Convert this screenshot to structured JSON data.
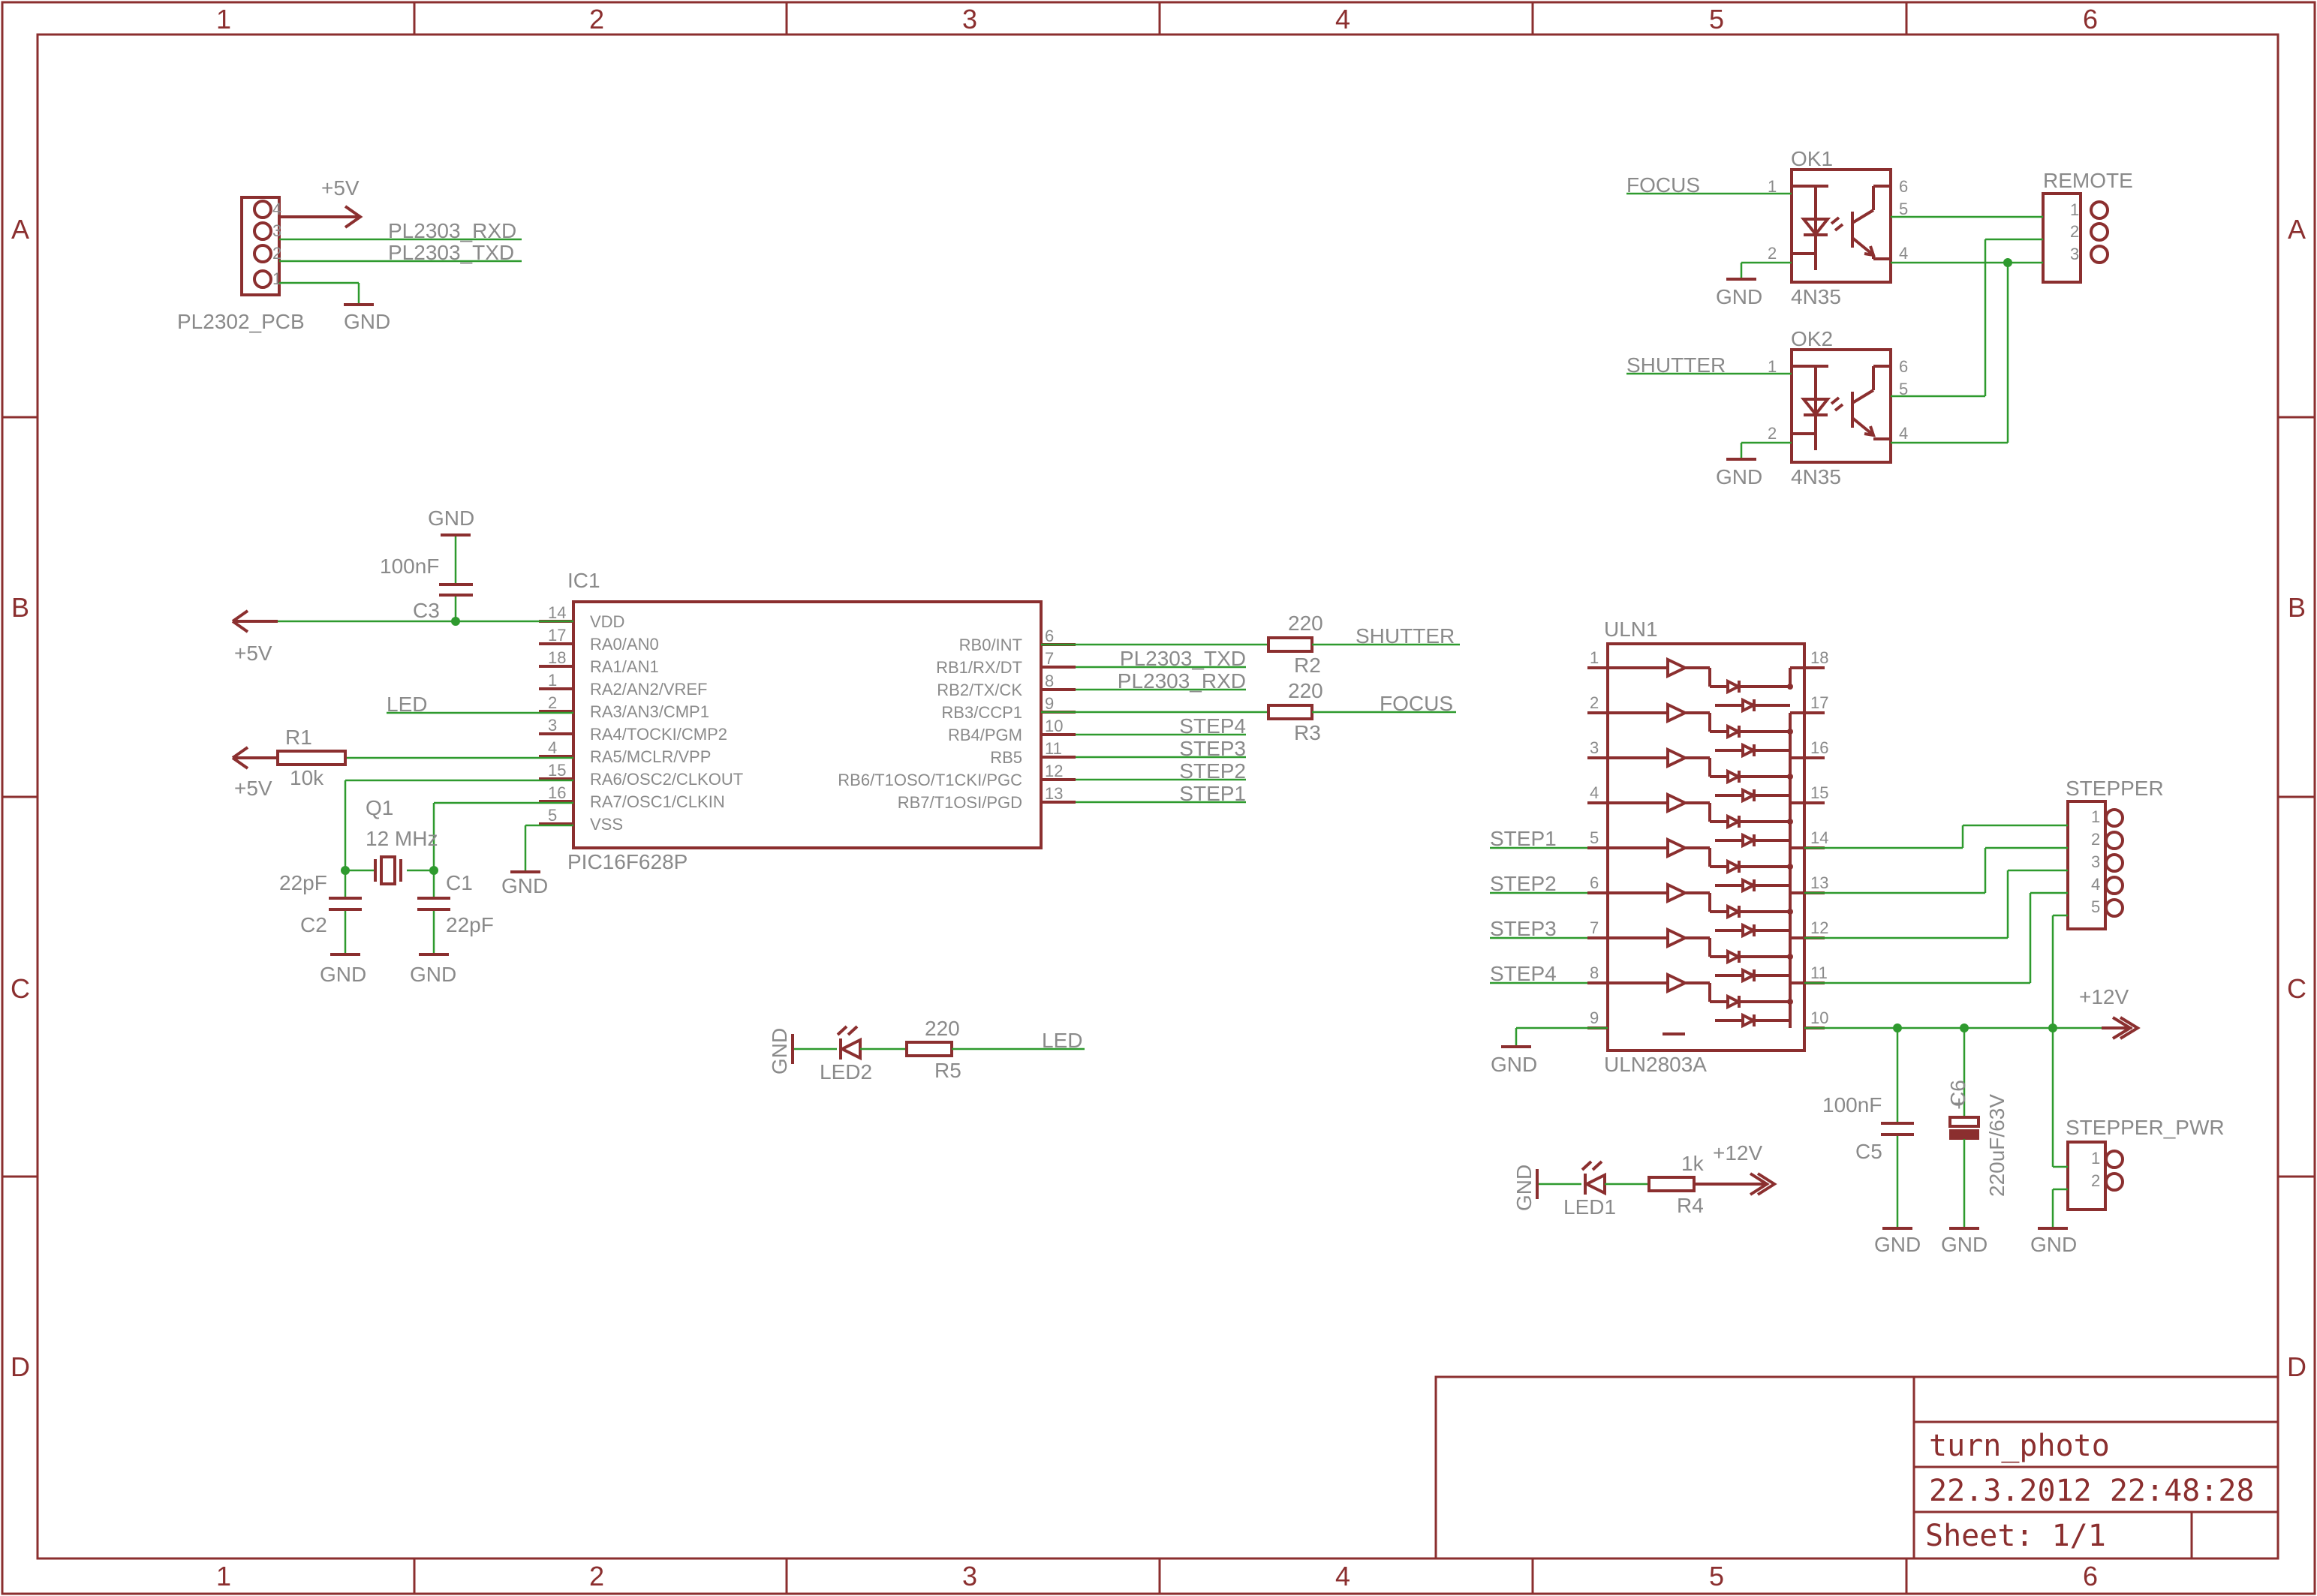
{
  "colors": {
    "frame": "#8b2f2f",
    "wire": "#2e9a2e",
    "text": "#8a8a8a",
    "junction": "#2e9a2e"
  },
  "frame": {
    "columns": [
      "1",
      "2",
      "3",
      "4",
      "5",
      "6"
    ],
    "rows": [
      "A",
      "B",
      "C",
      "D"
    ]
  },
  "title_block": {
    "name": "turn_photo",
    "date": "22.3.2012  22:48:28",
    "sheet": "Sheet: 1/1"
  },
  "pl2302": {
    "name": "PL2302_PCB",
    "supply": "+5V",
    "gnd": "GND",
    "pins": [
      "4",
      "3",
      "2",
      "1"
    ],
    "nets": [
      "PL2303_RXD",
      "PL2303_TXD"
    ]
  },
  "ic1": {
    "name": "IC1",
    "value": "PIC16F628P",
    "left_pins": [
      {
        "num": "14",
        "label": "VDD"
      },
      {
        "num": "17",
        "label": "RA0/AN0"
      },
      {
        "num": "18",
        "label": "RA1/AN1"
      },
      {
        "num": "1",
        "label": "RA2/AN2/VREF"
      },
      {
        "num": "2",
        "label": "RA3/AN3/CMP1"
      },
      {
        "num": "3",
        "label": "RA4/TOCKI/CMP2"
      },
      {
        "num": "4",
        "label": "RA5/MCLR/VPP"
      },
      {
        "num": "15",
        "label": "RA6/OSC2/CLKOUT"
      },
      {
        "num": "16",
        "label": "RA7/OSC1/CLKIN"
      },
      {
        "num": "5",
        "label": "VSS"
      }
    ],
    "right_pins": [
      {
        "num": "6",
        "label": "RB0/INT"
      },
      {
        "num": "7",
        "label": "RB1/RX/DT"
      },
      {
        "num": "8",
        "label": "RB2/TX/CK"
      },
      {
        "num": "9",
        "label": "RB3/CCP1"
      },
      {
        "num": "10",
        "label": "RB4/PGM"
      },
      {
        "num": "11",
        "label": "RB5"
      },
      {
        "num": "12",
        "label": "RB6/T1OSO/T1CKI/PGC"
      },
      {
        "num": "13",
        "label": "RB7/T1OSI/PGD"
      }
    ],
    "right_nets": [
      "",
      "PL2303_TXD",
      "PL2303_RXD",
      "",
      "STEP4",
      "STEP3",
      "STEP2",
      "STEP1"
    ],
    "gnd": "GND",
    "led_net": "LED"
  },
  "c3": {
    "name": "C3",
    "value": "100nF",
    "gnd": "GND",
    "supply": "+5V"
  },
  "r1": {
    "name": "R1",
    "value": "10k",
    "supply": "+5V"
  },
  "q1": {
    "name": "Q1",
    "value": "12 MHz"
  },
  "c1": {
    "name": "C1",
    "value": "22pF",
    "gnd": "GND"
  },
  "c2": {
    "name": "C2",
    "value": "22pF",
    "gnd": "GND"
  },
  "r2": {
    "name": "R2",
    "value": "220",
    "net": "SHUTTER"
  },
  "r3": {
    "name": "R3",
    "value": "220",
    "net": "FOCUS"
  },
  "led2": {
    "name": "LED2",
    "gnd": "GND",
    "r_name": "R5",
    "r_value": "220",
    "net": "LED"
  },
  "ok1": {
    "name": "OK1",
    "value": "4N35",
    "input": "FOCUS",
    "gnd": "GND",
    "pins": [
      "1",
      "2",
      "6",
      "5",
      "4"
    ]
  },
  "ok2": {
    "name": "OK2",
    "value": "4N35",
    "input": "SHUTTER",
    "gnd": "GND",
    "pins": [
      "1",
      "2",
      "6",
      "5",
      "4"
    ]
  },
  "remote": {
    "name": "REMOTE",
    "pins": [
      "1",
      "2",
      "3"
    ]
  },
  "uln1": {
    "name": "ULN1",
    "value": "ULN2803A",
    "left_pins": [
      "1",
      "2",
      "3",
      "4",
      "5",
      "6",
      "7",
      "8",
      "9"
    ],
    "right_pins": [
      "18",
      "17",
      "16",
      "15",
      "14",
      "13",
      "12",
      "11",
      "10"
    ],
    "inputs": [
      "",
      "",
      "",
      "",
      "STEP1",
      "STEP2",
      "STEP3",
      "STEP4"
    ],
    "gnd": "GND"
  },
  "stepper": {
    "name": "STEPPER",
    "pins": [
      "1",
      "2",
      "3",
      "4",
      "5"
    ],
    "supply": "+12V"
  },
  "stepper_pwr": {
    "name": "STEPPER_PWR",
    "pins": [
      "1",
      "2"
    ],
    "gnd": "GND"
  },
  "c5": {
    "name": "C5",
    "value": "100nF",
    "gnd": "GND"
  },
  "c6": {
    "name": "C6",
    "value": "220uF/63V",
    "plus": "+",
    "gnd": "GND"
  },
  "led1": {
    "name": "LED1",
    "gnd": "GND",
    "r_name": "R4",
    "r_value": "1k",
    "supply": "+12V"
  }
}
